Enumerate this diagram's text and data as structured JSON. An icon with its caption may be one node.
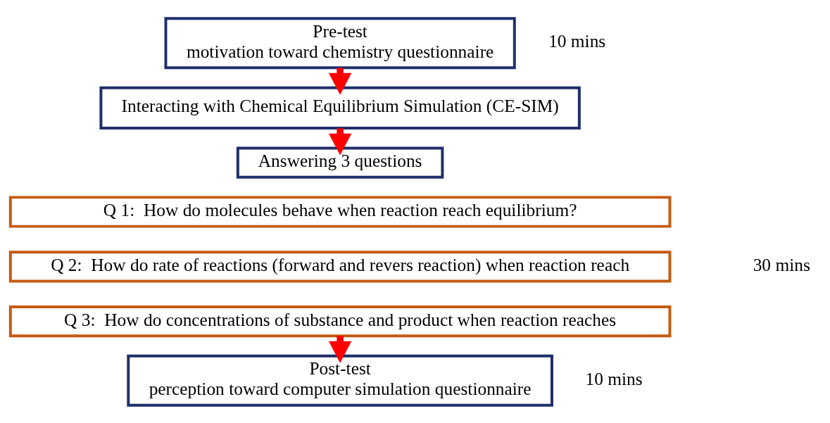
{
  "diagram": {
    "nodes": [
      {
        "text": [
          "Pre-test",
          "motivation toward chemistry questionnaire"
        ],
        "beside": [
          "10 mins"
        ]
      },
      {
        "text": [
          "Interacting with Chemical Equilibrium Simulation (CE-SIM)"
        ]
      },
      {
        "text": [
          "Answering 3 questions"
        ]
      },
      {
        "text": [
          "Q 1:  How do molecules behave when reaction reach equilibrium?"
        ]
      },
      {
        "text": [
          "Q 2:  How do rate of reactions (forward and revers reaction) when reaction reach"
        ]
      },
      {
        "text": [
          "Q 3:  How do concentrations of substance and product when reaction reaches"
        ]
      },
      {
        "text": [
          "Post-test",
          "perception toward computer simulation questionnaire"
        ],
        "beside": [
          "10 mins"
        ]
      }
    ],
    "edges": [
      {
        "from": 0,
        "to": 1,
        "arrow": "to"
      },
      {
        "from": 1,
        "to": 2,
        "arrow": "to"
      },
      {
        "from": 5,
        "to": 6,
        "arrow": "to"
      }
    ],
    "labels": [
      "30 mins"
    ]
  }
}
